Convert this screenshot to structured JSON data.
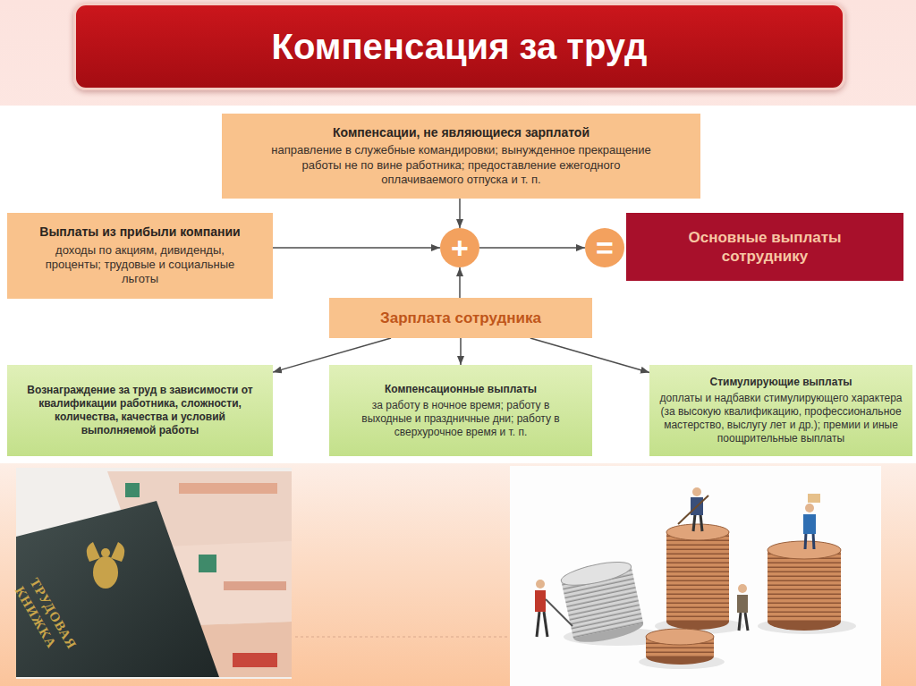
{
  "diagram": {
    "title": "Компенсация за труд",
    "nodes": [
      {
        "text": [
          "Компенсации, не являющиеся зарплатой",
          "направление в служебные командировки; вынужденное прекращение работы не по вине работника; предоставление ежегодного оплачиваемого отпуска и т. п."
        ]
      },
      {
        "text": [
          "Выплаты из прибыли компании",
          "доходы по акциям, дивиденды, проценты; трудовые и социальные льготы"
        ]
      },
      {
        "text": [
          "+"
        ]
      },
      {
        "text": [
          "="
        ]
      },
      {
        "text": [
          "Основные выплаты сотруднику"
        ]
      },
      {
        "text": [
          "Зарплата сотрудника"
        ]
      },
      {
        "text": [
          "Вознаграждение за труд в зависимости от квалификации работника, сложности, количества, качества и условий выполняемой работы"
        ]
      },
      {
        "text": [
          "Компенсационные выплаты",
          "за работу в ночное время; работу в выходные и праздничные дни; работу в сверхурочное время и т. п."
        ]
      },
      {
        "text": [
          "Стимулирующие выплаты",
          "доплаты и надбавки стимулирующего характера (за высокую квалификацию, профессиональное мастерство, выслугу лет и др.); премии и иные поощрительные выплаты"
        ]
      }
    ],
    "edges": [
      {
        "from": 0,
        "to": 2,
        "arrow": "to"
      },
      {
        "from": 1,
        "to": 2,
        "arrow": "to"
      },
      {
        "from": 5,
        "to": 2,
        "arrow": "to"
      },
      {
        "from": 2,
        "to": 3,
        "arrow": "to"
      },
      {
        "from": 5,
        "to": 6,
        "arrow": "to"
      },
      {
        "from": 5,
        "to": 7,
        "arrow": "to"
      },
      {
        "from": 5,
        "to": 8,
        "arrow": "to"
      }
    ],
    "labels": [
      "ТРУДОВАЯ КНИЖКА"
    ]
  }
}
